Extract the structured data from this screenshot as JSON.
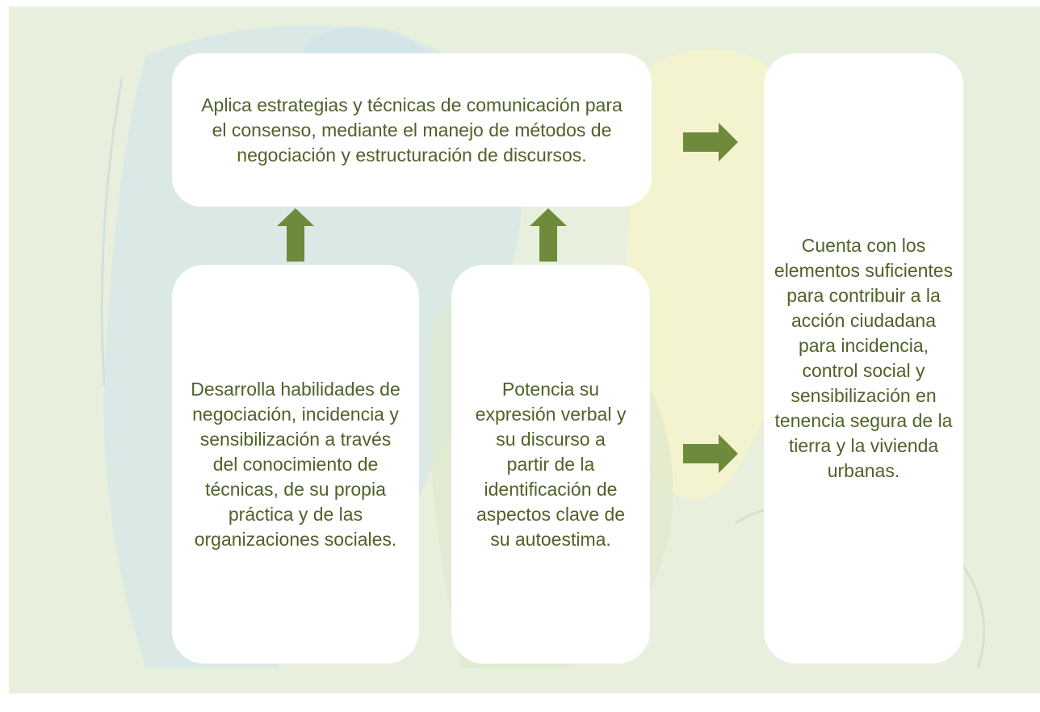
{
  "diagram": {
    "colors": {
      "background": "#e8f0dd",
      "box_fill": "#ffffff",
      "text": "#4f6228",
      "arrow": "#6d8b3b"
    },
    "boxes": {
      "top": "Aplica estrategias y técnicas de comunicación para el consenso, mediante el manejo de métodos de negociación y estructuración de discursos.",
      "left": "Desarrolla habilidades de negociación, incidencia y sensibilización a través del conocimiento de técnicas, de su propia práctica y de las organizaciones sociales.",
      "middle": "Potencia su expresión verbal y su discurso a partir de la identificación de aspectos clave de su autoestima.",
      "right": "Cuenta con los elementos suficientes para contribuir a la acción ciudadana para incidencia, control social y sensibilización en tenencia segura de la tierra y la vivienda urbanas."
    },
    "arrows": [
      {
        "from": "left",
        "to": "top",
        "direction": "up"
      },
      {
        "from": "middle",
        "to": "top",
        "direction": "up"
      },
      {
        "from": "top",
        "to": "right",
        "direction": "right"
      },
      {
        "from": "middle",
        "to": "right",
        "direction": "right"
      }
    ]
  }
}
